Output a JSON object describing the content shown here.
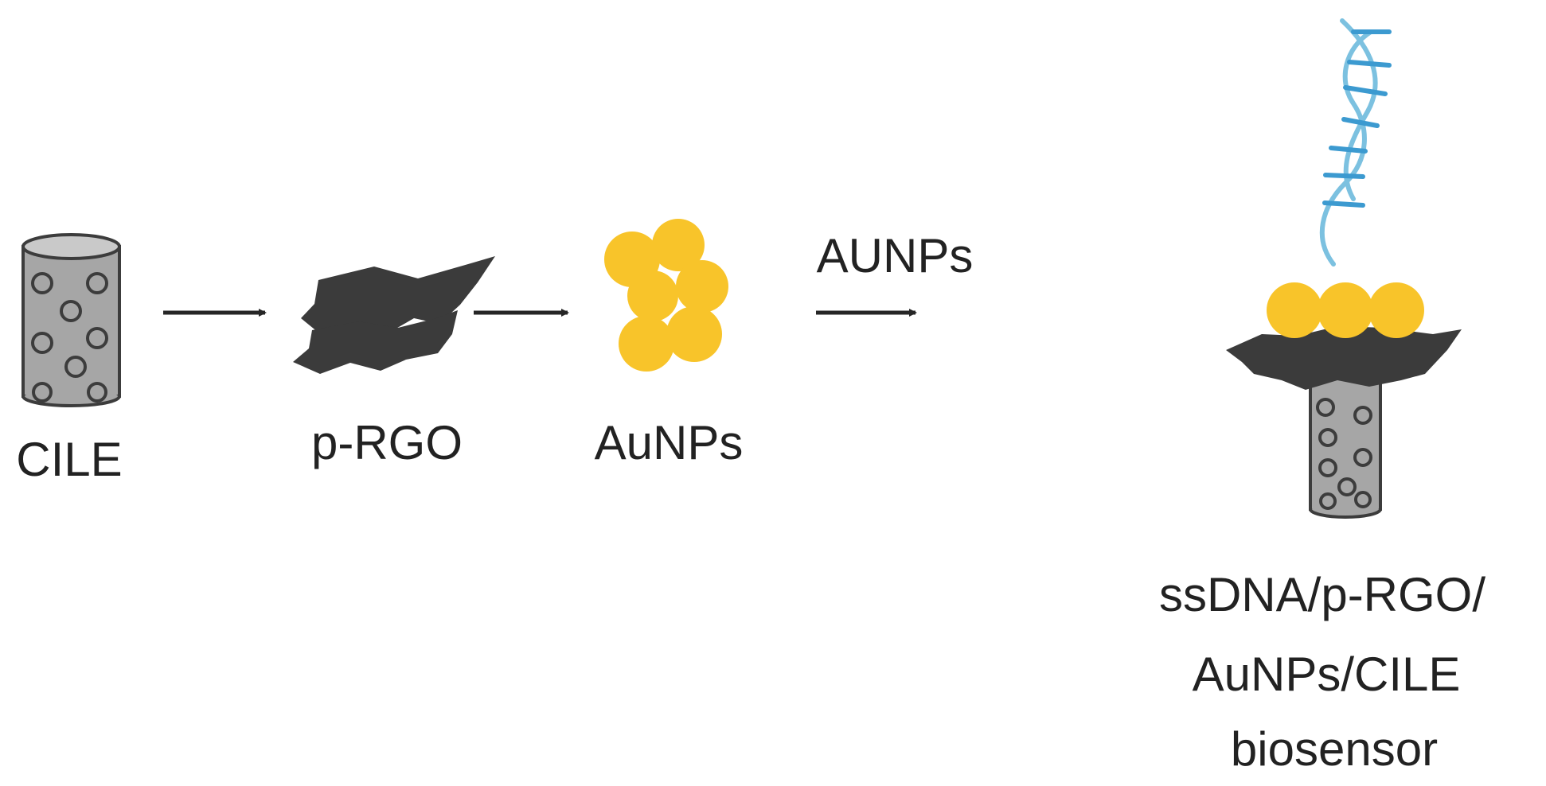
{
  "labels": {
    "cile": "CILE",
    "prgo": "p-RGO",
    "aunps": "AuNPs",
    "arrow_label": "AUNPs",
    "product_line1": "ssDNA/p-RGO/",
    "product_line2": "AuNPs/CILE",
    "product_line3": "biosensor"
  },
  "colors": {
    "electrode_body": "#a6a6a6",
    "electrode_outline": "#3c3c3c",
    "graphene_sheet": "#3b3b3b",
    "gold_nanoparticle": "#f8c42a",
    "dna_strand": "#7cc1e0",
    "dna_rungs": "#3c9ad0",
    "arrow": "#262626",
    "text": "#222222"
  },
  "icons": {
    "electrode": "cylindrical-electrode-icon",
    "graphene": "graphene-sheet-icon",
    "nanoparticles": "gold-nanoparticle-cluster-icon",
    "dna": "dna-helix-icon",
    "arrow": "arrow-right-icon"
  }
}
